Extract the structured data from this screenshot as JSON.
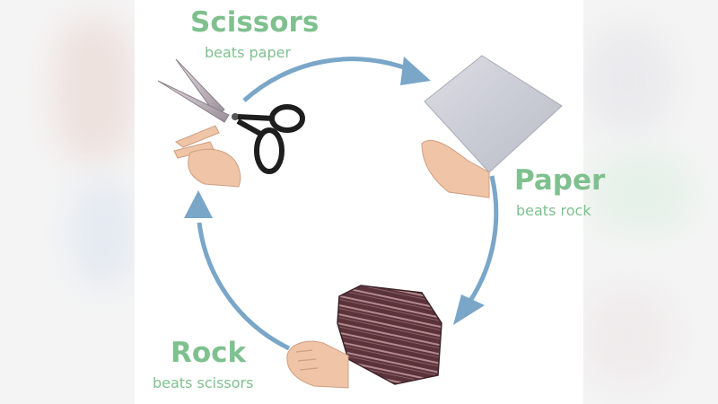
{
  "colors": {
    "label": "#7fc08f",
    "arrow": "#7aa6c8",
    "paper": "#d4d6de",
    "rock": "#6a3f47",
    "skin": "#f0c4a6"
  },
  "items": [
    {
      "key": "scissors",
      "title": "Scissors",
      "subtitle": "beats paper",
      "icon": "scissors-with-hand-icon"
    },
    {
      "key": "paper",
      "title": "Paper",
      "subtitle": "beats rock",
      "icon": "paper-sheet-with-hand-icon"
    },
    {
      "key": "rock",
      "title": "Rock",
      "subtitle": "beats scissors",
      "icon": "rock-with-fist-icon"
    }
  ]
}
